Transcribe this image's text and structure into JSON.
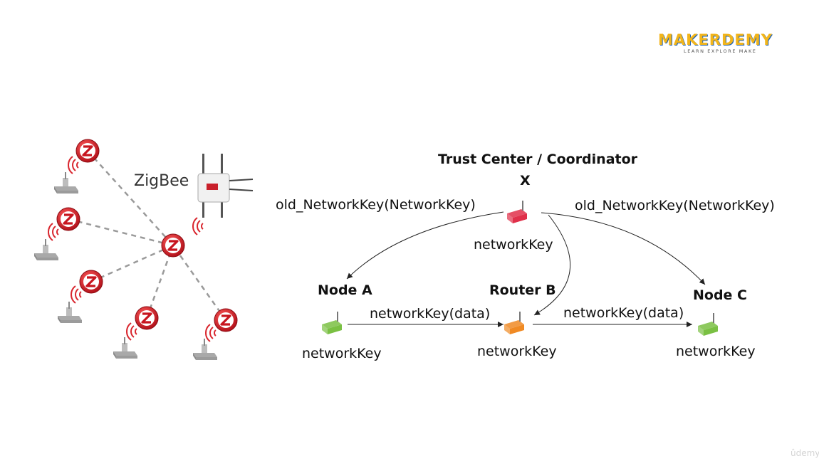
{
  "brand": {
    "name": "MAKERDEMY",
    "tagline": "LEARN EXPLORE MAKE",
    "watermark": "ûdemy"
  },
  "zigbee_panel": {
    "label": "ZigBee",
    "node_icon": "zigbee-z-icon",
    "device_icon": "sensor-device-icon",
    "gateway_icon": "zigbee-gateway-icon"
  },
  "diagram": {
    "coordinator": {
      "title": "Trust Center / Coordinator",
      "marker": "X",
      "key_label": "networkKey",
      "color": "#e0304a"
    },
    "edges": {
      "to_node_a": "old_NetworkKey(NetworkKey)",
      "to_node_c": "old_NetworkKey(NetworkKey)",
      "a_to_b": "networkKey(data)",
      "b_to_c": "networkKey(data)"
    },
    "nodes": [
      {
        "id": "node_a",
        "title": "Node A",
        "key_label": "networkKey",
        "color": "#7ac043"
      },
      {
        "id": "router_b",
        "title": "Router B",
        "key_label": "networkKey",
        "color": "#f08a24"
      },
      {
        "id": "node_c",
        "title": "Node C",
        "key_label": "networkKey",
        "color": "#7ac043"
      }
    ]
  }
}
